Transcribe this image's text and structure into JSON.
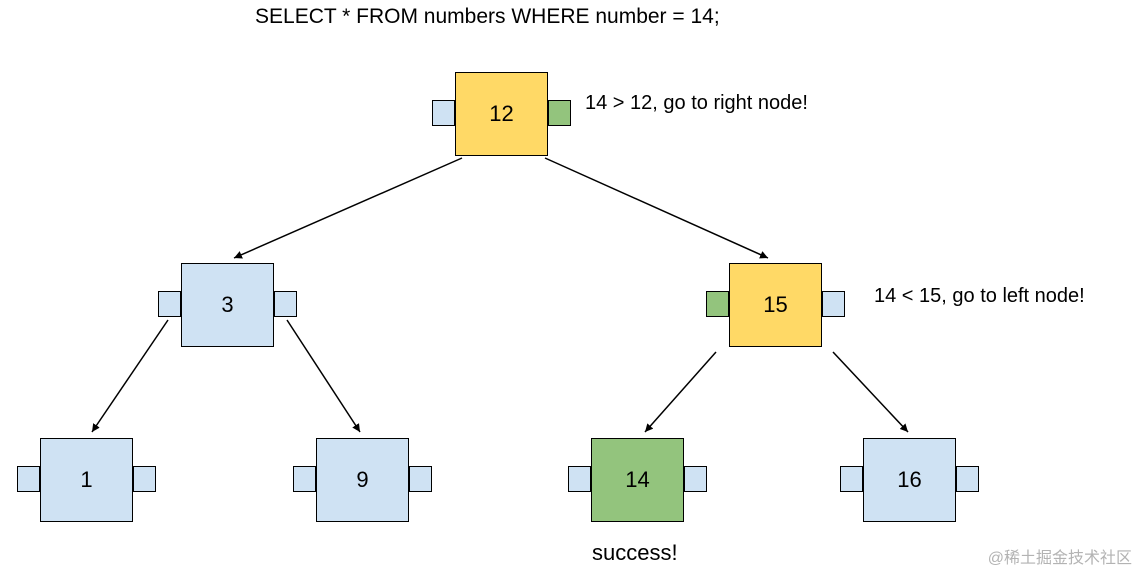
{
  "title": "SELECT * FROM numbers WHERE number = 14;",
  "annotations": {
    "root_decision": "14 > 12, go to right node!",
    "right_decision": "14 < 15, go to left node!",
    "success": "success!"
  },
  "watermark": "@稀土掘金技术社区",
  "colors": {
    "visited_node": "#FFD966",
    "default_node": "#CFE2F3",
    "target_node": "#93C47D",
    "edge": "#000000"
  },
  "tree": {
    "nodes": [
      {
        "value": "12",
        "state": "visited",
        "fill": "#FFD966",
        "left_tab": "#CFE2F3",
        "right_tab": "#93C47D"
      },
      {
        "value": "3",
        "state": "default",
        "fill": "#CFE2F3",
        "left_tab": "#CFE2F3",
        "right_tab": "#CFE2F3"
      },
      {
        "value": "15",
        "state": "visited",
        "fill": "#FFD966",
        "left_tab": "#93C47D",
        "right_tab": "#CFE2F3"
      },
      {
        "value": "1",
        "state": "default",
        "fill": "#CFE2F3",
        "left_tab": "#CFE2F3",
        "right_tab": "#CFE2F3"
      },
      {
        "value": "9",
        "state": "default",
        "fill": "#CFE2F3",
        "left_tab": "#CFE2F3",
        "right_tab": "#CFE2F3"
      },
      {
        "value": "14",
        "state": "found",
        "fill": "#93C47D",
        "left_tab": "#CFE2F3",
        "right_tab": "#CFE2F3"
      },
      {
        "value": "16",
        "state": "default",
        "fill": "#CFE2F3",
        "left_tab": "#CFE2F3",
        "right_tab": "#CFE2F3"
      }
    ],
    "edges": [
      {
        "from": "12",
        "to": "3"
      },
      {
        "from": "12",
        "to": "15"
      },
      {
        "from": "3",
        "to": "1"
      },
      {
        "from": "3",
        "to": "9"
      },
      {
        "from": "15",
        "to": "14"
      },
      {
        "from": "15",
        "to": "16"
      }
    ]
  }
}
